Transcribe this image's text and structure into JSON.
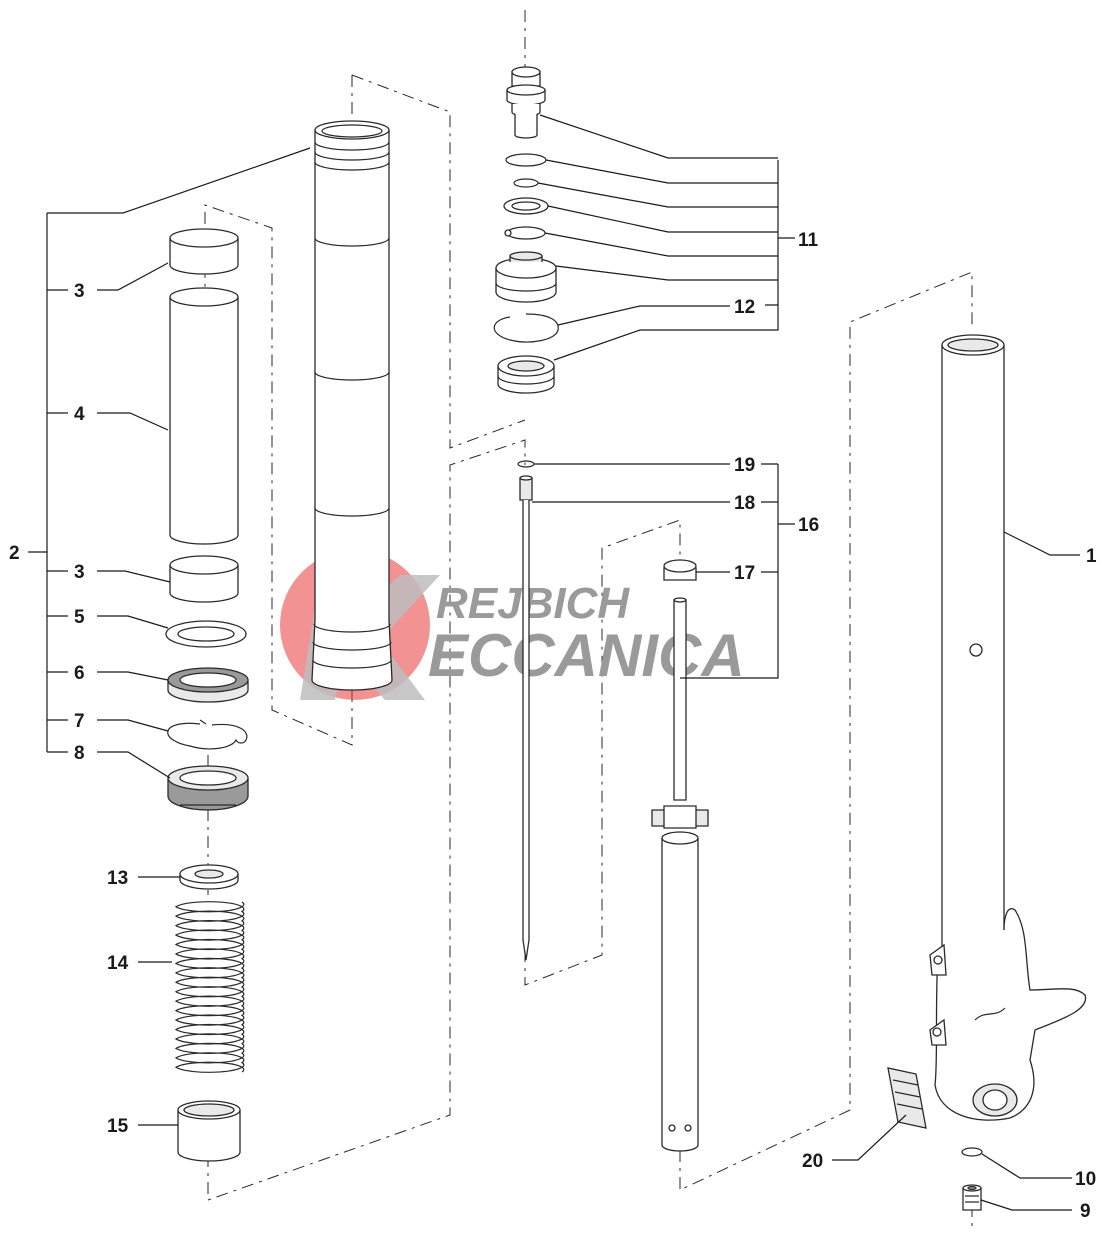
{
  "watermark": {
    "line1": "REJBICH",
    "line2": "ECCANICA",
    "accent_color": "#e8393b"
  },
  "callouts": {
    "c1": "1",
    "c2": "2",
    "c3a": "3",
    "c3b": "3",
    "c4": "4",
    "c5": "5",
    "c6": "6",
    "c7": "7",
    "c8": "8",
    "c9": "9",
    "c10": "10",
    "c11": "11",
    "c12": "12",
    "c13": "13",
    "c14": "14",
    "c15": "15",
    "c16": "16",
    "c17": "17",
    "c18": "18",
    "c19": "19",
    "c20": "20"
  }
}
